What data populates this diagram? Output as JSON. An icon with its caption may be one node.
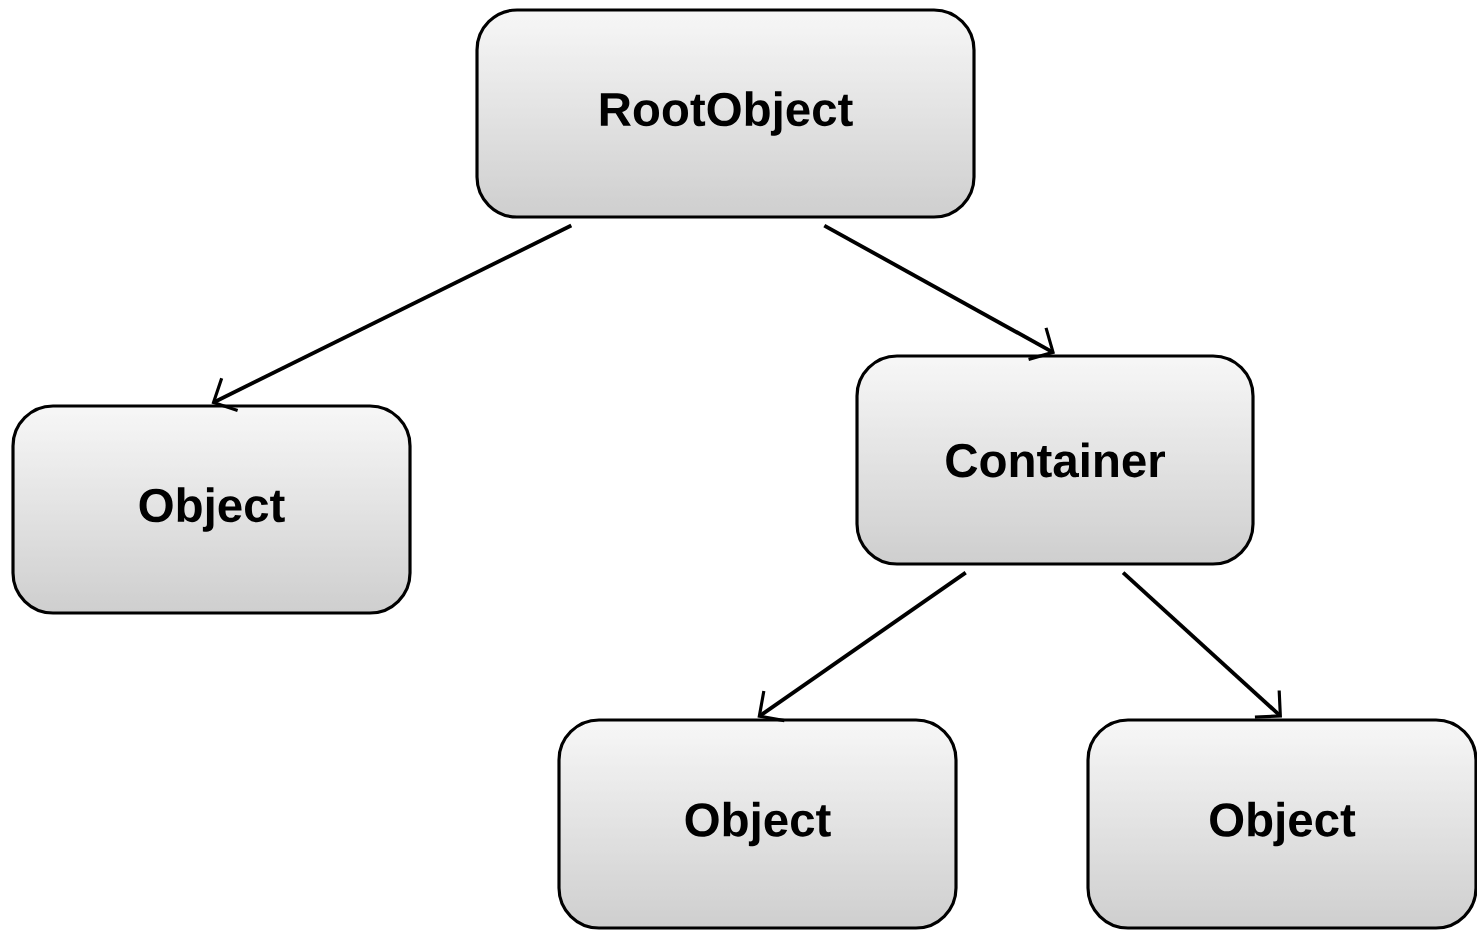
{
  "diagram": {
    "nodes": [
      {
        "text": [
          "RootObject"
        ]
      },
      {
        "text": [
          "Object"
        ]
      },
      {
        "text": [
          "Container"
        ]
      },
      {
        "text": [
          "Object"
        ]
      },
      {
        "text": [
          "Object"
        ]
      }
    ],
    "edges": [
      {
        "from": 0,
        "to": 1,
        "arrow": "to"
      },
      {
        "from": 0,
        "to": 2,
        "arrow": "to"
      },
      {
        "from": 2,
        "to": 3,
        "arrow": "to"
      },
      {
        "from": 2,
        "to": 4,
        "arrow": "to"
      }
    ]
  }
}
